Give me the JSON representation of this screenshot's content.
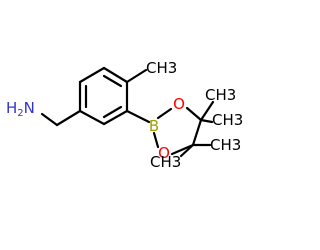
{
  "molecule": {
    "labels": {
      "amine_h": "H",
      "amine_h_count": "2",
      "amine_n": "N",
      "methyl_top": "CH3",
      "boron": "B",
      "oxygen_upper": "O",
      "oxygen_lower": "O",
      "methyl_ring_1": "CH3",
      "methyl_ring_2": "CH3",
      "methyl_ring_3": "CH3",
      "methyl_ring_4": "CH3"
    },
    "colors": {
      "bond": "#000000",
      "carbon_label": "#000000",
      "nitrogen": "#3333cc",
      "boron": "#a0a000",
      "oxygen": "#ff0000"
    }
  }
}
